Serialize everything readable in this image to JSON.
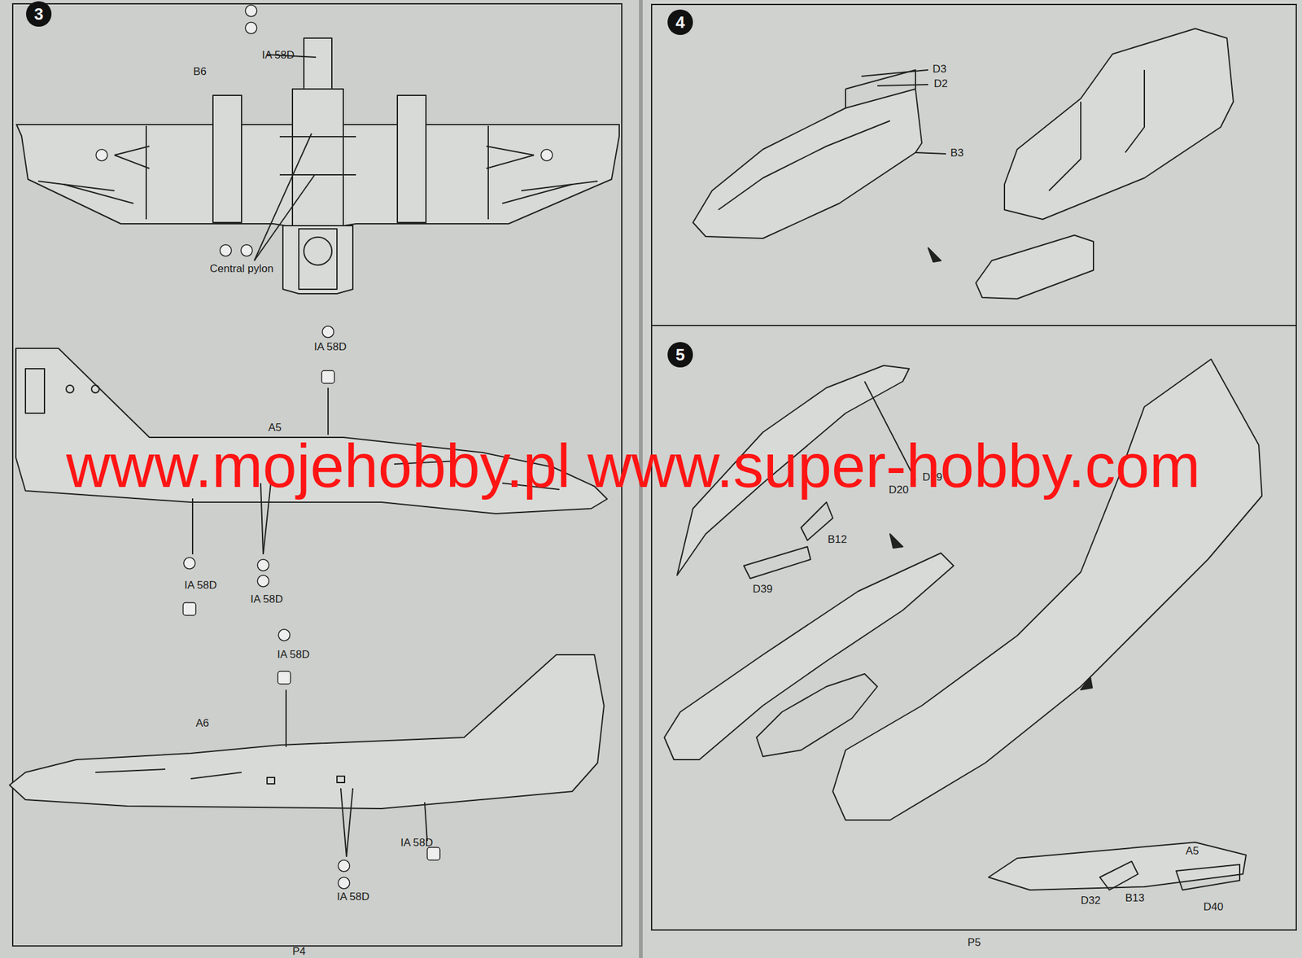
{
  "diagram": {
    "nodes": [
      {
        "text": [
          "3"
        ]
      },
      {
        "text": [
          "4"
        ]
      },
      {
        "text": [
          "5"
        ]
      }
    ],
    "labels": [
      "IA 58D",
      "B6",
      "Central pylon",
      "IA 58D",
      "A5",
      "IA 58D",
      "IA 58D",
      "IA 58D",
      "A6",
      "IA 58D",
      "IA 58D",
      "P4",
      "D3",
      "D2",
      "B3",
      "D19",
      "D20",
      "B12",
      "D39",
      "A5",
      "D32",
      "B13",
      "D40",
      "P5",
      "www.mojehobby.pl www.super-hobby.com"
    ]
  }
}
